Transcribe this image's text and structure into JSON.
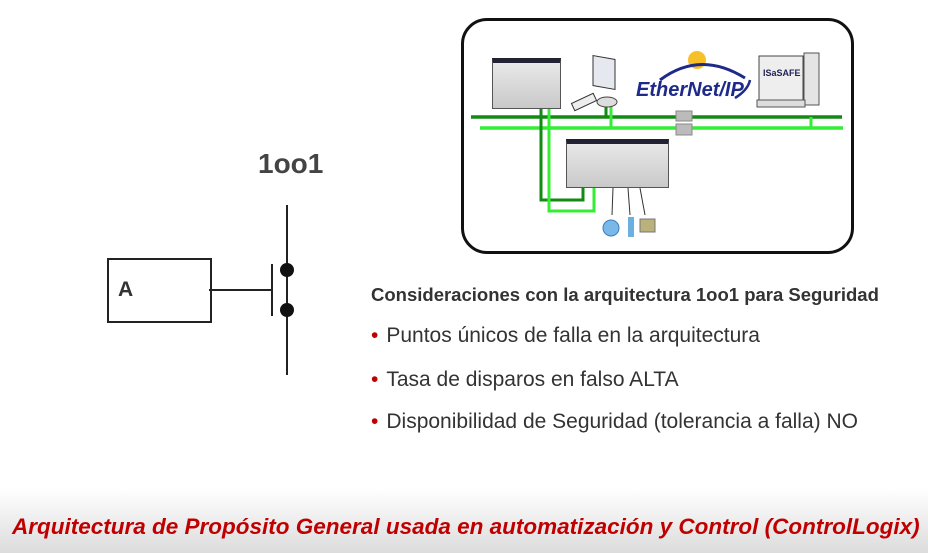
{
  "diagram": {
    "label_1oo1": "1oo1",
    "box_label": "A",
    "logo_ethernet": "EtherNet/IP",
    "logo_isasafe": "ISaSAFE"
  },
  "considerations": {
    "heading": "Consideraciones con la arquitectura 1oo1 para Seguridad",
    "bullets": [
      "Puntos únicos de falla en la arquitectura",
      "Tasa de disparos en falso ALTA",
      "Disponibilidad de Seguridad (tolerancia a falla) NO"
    ]
  },
  "footer": {
    "title": "Arquitectura de Propósito General usada en automatización y Control (ControlLogix)"
  },
  "colors": {
    "accent": "#c00000",
    "dark_green": "#138a13",
    "light_green": "#33ee33"
  }
}
